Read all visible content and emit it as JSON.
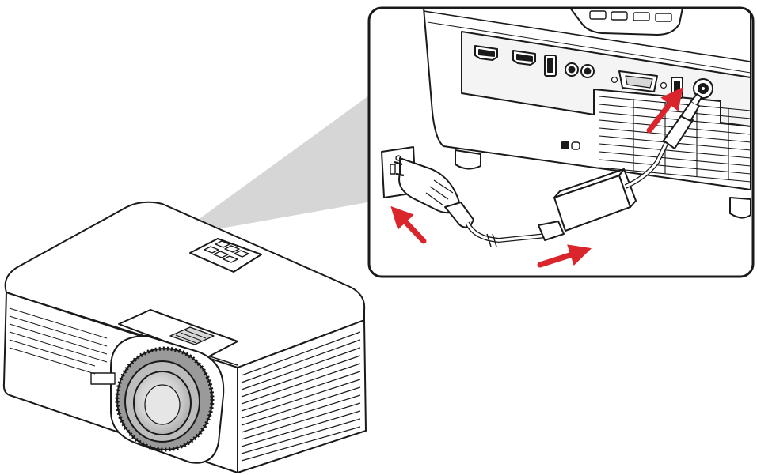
{
  "diagram": {
    "subject": "projector-power-connection",
    "parts": [
      "projector",
      "callout-beam",
      "rear-panel-inset",
      "wall-outlet",
      "ac-plug",
      "power-cord",
      "power-adapter",
      "dc-plug",
      "dc-in-port"
    ],
    "arrows": [
      {
        "name": "arrow-to-outlet",
        "color": "#d9252b"
      },
      {
        "name": "arrow-to-adapter",
        "color": "#d9252b"
      },
      {
        "name": "arrow-to-dc-port",
        "color": "#d9252b"
      }
    ]
  },
  "colors": {
    "line": "#1a1a1a",
    "body": "#ffffff",
    "beam": "#d6d6d6",
    "panel": "#f4f4f4",
    "arrow": "#d9252b",
    "lens_dark": "#8a8a8a",
    "lens_light": "#cfcfcf"
  }
}
